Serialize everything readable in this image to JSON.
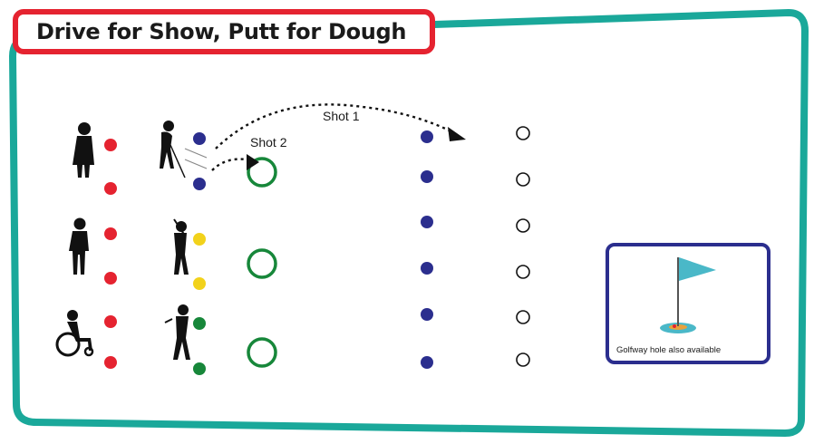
{
  "title": "Drive for Show, Putt for Dough",
  "shot1_label": "Shot 1",
  "shot2_label": "Shot 2",
  "golfway_caption": "Golfway hole also available",
  "colors": {
    "frame": "#1aa89a",
    "title_border": "#e52330",
    "red_marker": "#e52330",
    "blue_marker": "#2b2e8e",
    "yellow_marker": "#f2d21b",
    "green_marker": "#17873a",
    "target_ring": "#17873a",
    "golfway_border": "#2b2e8e",
    "flag": "#4ab8c8"
  },
  "icons": [
    "standing-child-silhouette-icon",
    "golfer-putting-silhouette-icon",
    "standing-person-silhouette-icon",
    "golfer-swinging-silhouette-icon",
    "wheelchair-user-silhouette-icon",
    "golfer-follow-through-silhouette-icon",
    "golf-flag-icon"
  ]
}
